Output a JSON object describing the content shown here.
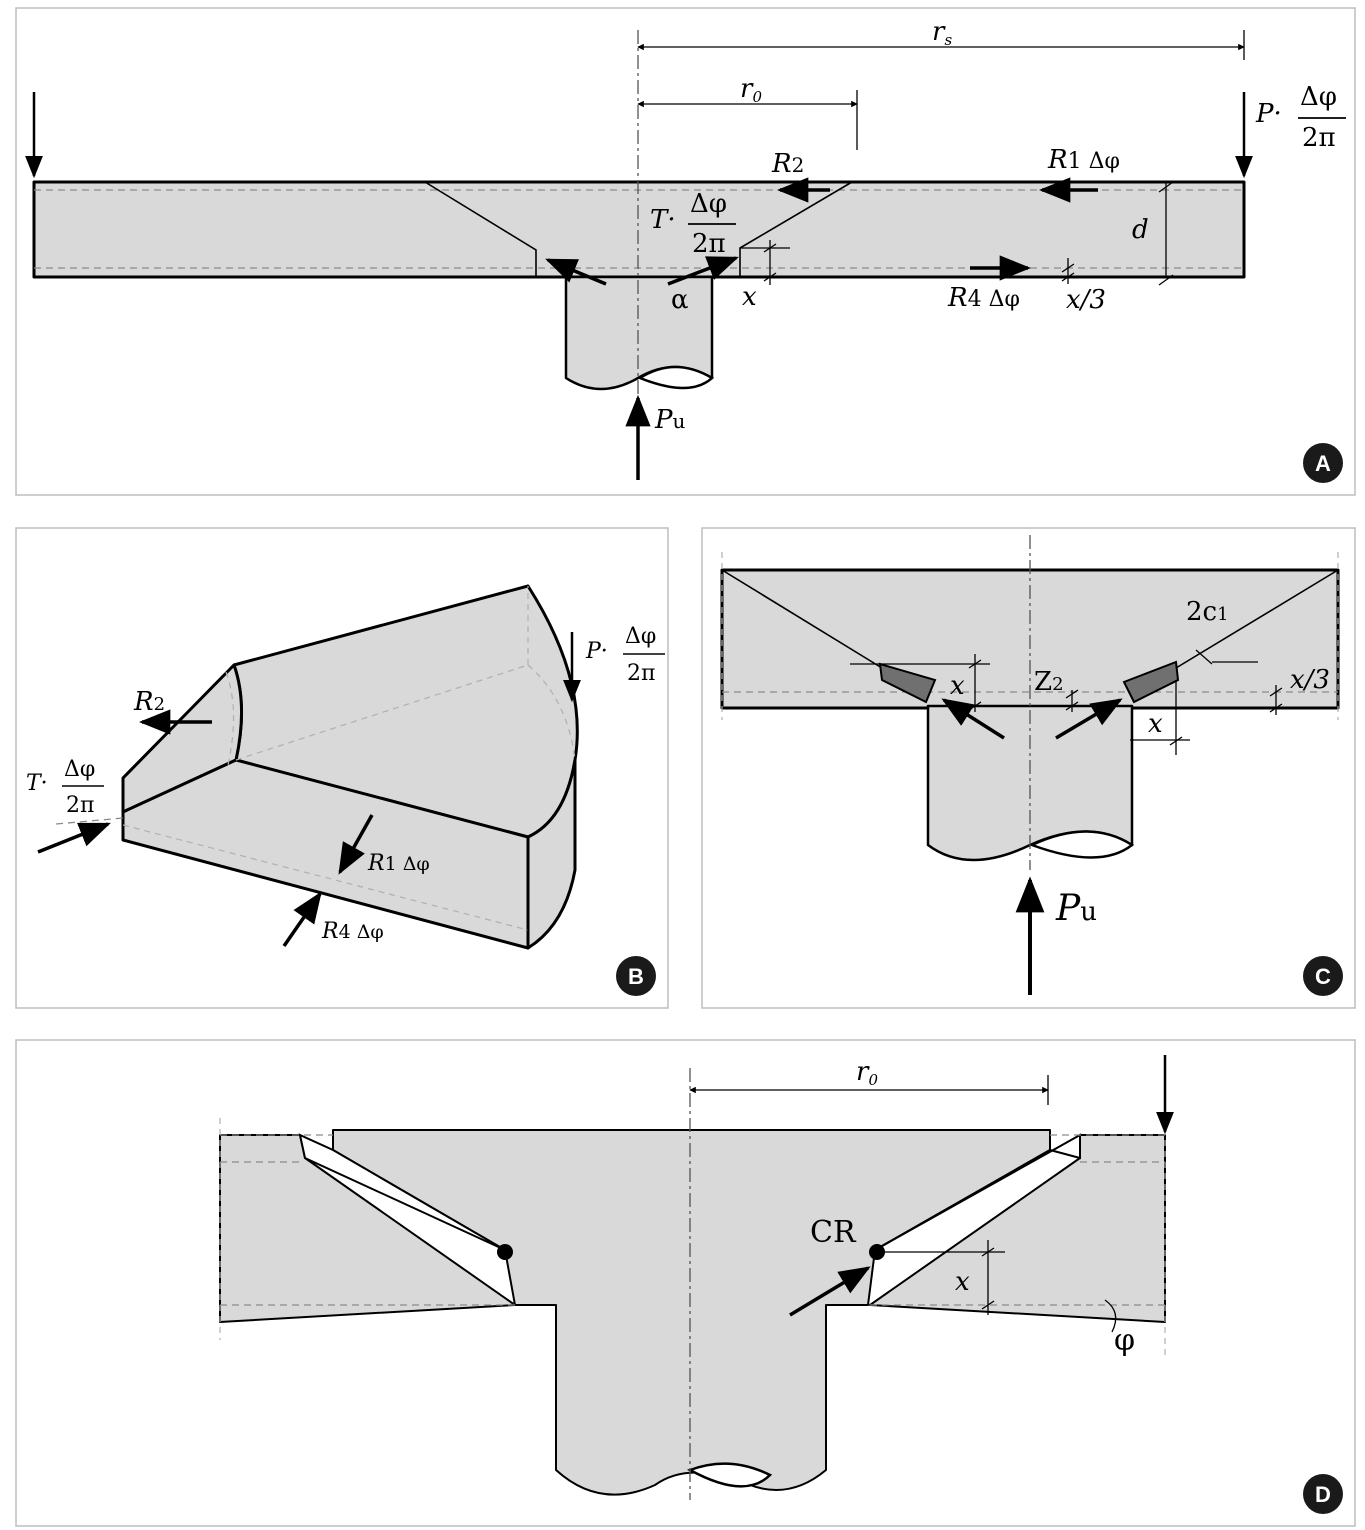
{
  "panels": {
    "A": {
      "badge": "A",
      "labels": {
        "rs": "r",
        "rs_sub": "s",
        "r0": "r",
        "r0_sub": "0",
        "P": "P·",
        "dphi": "Δφ",
        "twopi": "2π",
        "R2": "R",
        "R2_sub": "2",
        "R1": "R",
        "R1_rest": "1 Δφ",
        "T": "T·",
        "d": "d",
        "alpha": "α",
        "x": "x",
        "R4": "R",
        "R4_rest": "4 Δφ",
        "x3": "x/3",
        "Pu": "P",
        "Pu_sub": "u"
      }
    },
    "B": {
      "badge": "B",
      "labels": {
        "R2": "R",
        "R2_sub": "2",
        "T": "T·",
        "dphi": "Δφ",
        "twopi": "2π",
        "P": "P·",
        "R1": "R",
        "R1_rest": "1 Δφ",
        "R4": "R",
        "R4_rest": "4 Δφ"
      }
    },
    "C": {
      "badge": "C",
      "labels": {
        "c1": "2c",
        "c1_sub": "1",
        "x3": "x/3",
        "x_left": "x",
        "Z2": "Z",
        "Z2_sub": "2",
        "x_right": "x",
        "Pu": "P",
        "Pu_sub": "u"
      }
    },
    "D": {
      "badge": "D",
      "labels": {
        "r0": "r",
        "r0_sub": "0",
        "CR": "CR",
        "x": "x",
        "phi": "φ"
      }
    }
  }
}
